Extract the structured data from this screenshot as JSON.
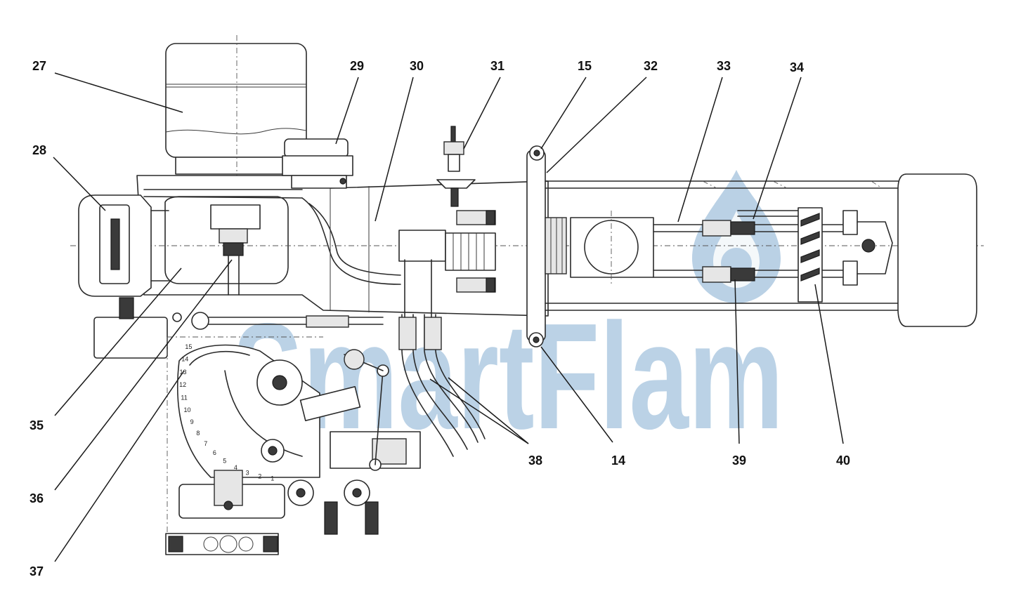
{
  "diagram": {
    "callouts": [
      {
        "label": "27"
      },
      {
        "label": "28"
      },
      {
        "label": "29"
      },
      {
        "label": "30"
      },
      {
        "label": "31"
      },
      {
        "label": "15"
      },
      {
        "label": "32"
      },
      {
        "label": "33"
      },
      {
        "label": "34"
      },
      {
        "label": "35"
      },
      {
        "label": "36"
      },
      {
        "label": "37"
      },
      {
        "label": "38"
      },
      {
        "label": "14"
      },
      {
        "label": "39"
      },
      {
        "label": "40"
      }
    ],
    "scale_marks": [
      "15",
      "14",
      "13",
      "12",
      "11",
      "10",
      "9",
      "8",
      "7",
      "6",
      "5",
      "4",
      "3",
      "2",
      "1"
    ]
  },
  "watermark": {
    "text": "SmartFlam",
    "color": "#a9c6df"
  }
}
